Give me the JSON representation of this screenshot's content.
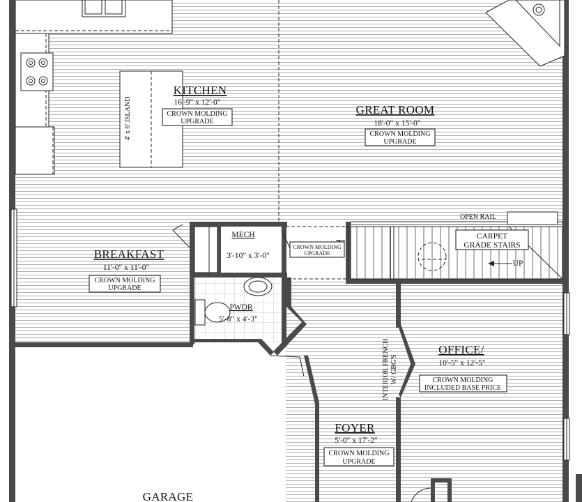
{
  "rooms": {
    "kitchen": {
      "name": "KITCHEN",
      "dims": "16'-9\" x 12'-0\"",
      "note1": "CROWN MOLDING",
      "note2": "UPGRADE"
    },
    "great_room": {
      "name": "GREAT ROOM",
      "dims": "18'-0\" x 15'-0\"",
      "note1": "CROWN MOLDING",
      "note2": "UPGRADE"
    },
    "breakfast": {
      "name": "BREAKFAST",
      "dims": "11'-0\" x 11'-0\"",
      "note1": "CROWN MOLDING",
      "note2": "UPGRADE"
    },
    "mech": {
      "name": "MECH",
      "dims": "3'-10\" x 3'-0\""
    },
    "pwdr": {
      "name": "PWDR",
      "dims": "5'-8\" x 4'-3\""
    },
    "office": {
      "name": "OFFICE/",
      "dims": "10'-5\" x 12'-5\"",
      "note1": "CROWN MOLDING",
      "note2": "INCLUDED BASE PRICE"
    },
    "foyer": {
      "name": "FOYER",
      "dims": "5'-0\" x 17'-2\"",
      "note1": "CROWN MOLDING",
      "note2": "UPGRADE"
    },
    "garage": {
      "name": "GARAGE"
    }
  },
  "labels": {
    "island": "4' x 6' ISLAND",
    "hall_note1": "CROWN MOLDING",
    "hall_note2": "UPGRADE",
    "open_rail": "OPEN RAIL",
    "carpet1": "CARPET",
    "carpet2": "GRADE STAIRS",
    "up": "UP",
    "french1": "INTERIOR FRENCH",
    "french2": "W/ GBG'S"
  },
  "colors": {
    "wall": "#4a4a4a",
    "floor_lines": "#9a9a9a",
    "ink": "#111111"
  }
}
